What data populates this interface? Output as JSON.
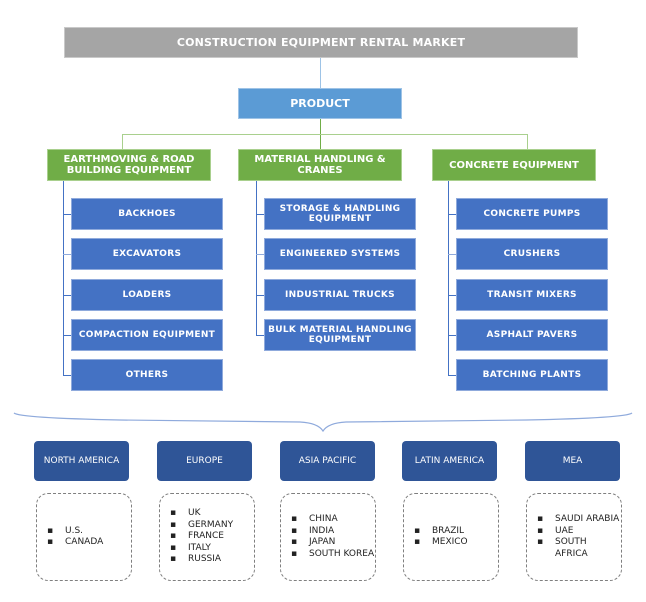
{
  "title": "CONSTRUCTION EQUIPMENT RENTAL MARKET",
  "product": "PRODUCT",
  "categories": [
    {
      "label": "EARTHMOVING & ROAD BUILDING EQUIPMENT",
      "items": [
        "BACKHOES",
        "EXCAVATORS",
        "LOADERS",
        "COMPACTION EQUIPMENT",
        "OTHERS"
      ]
    },
    {
      "label": "MATERIAL HANDLING & CRANES",
      "items": [
        "STORAGE & HANDLING EQUIPMENT",
        "ENGINEERED SYSTEMS",
        "INDUSTRIAL TRUCKS",
        "BULK MATERIAL HANDLING EQUIPMENT"
      ]
    },
    {
      "label": "CONCRETE EQUIPMENT",
      "items": [
        "CONCRETE PUMPS",
        "CRUSHERS",
        "TRANSIT MIXERS",
        "ASPHALT PAVERS",
        "BATCHING PLANTS"
      ]
    }
  ],
  "regions": [
    {
      "label": "NORTH AMERICA",
      "countries": [
        "U.S.",
        "CANADA"
      ]
    },
    {
      "label": "EUROPE",
      "countries": [
        "UK",
        "GERMANY",
        "FRANCE",
        "ITALY",
        "RUSSIA"
      ]
    },
    {
      "label": "ASIA PACIFIC",
      "countries": [
        "CHINA",
        "INDIA",
        "JAPAN",
        "SOUTH KOREA"
      ]
    },
    {
      "label": "LATIN AMERICA",
      "countries": [
        "BRAZIL",
        "MEXICO"
      ]
    },
    {
      "label": "MEA",
      "countries": [
        "SAUDI ARABIA",
        "UAE",
        "SOUTH AFRICA"
      ]
    }
  ],
  "colors": {
    "title_bg": "#a5a5a5",
    "product_bg": "#5b9bd5",
    "category_bg": "#70ad47",
    "item_bg": "#4472c4",
    "region_bg": "#2f5597",
    "connector_blue": "#4472c4",
    "connector_green": "#70ad47"
  }
}
